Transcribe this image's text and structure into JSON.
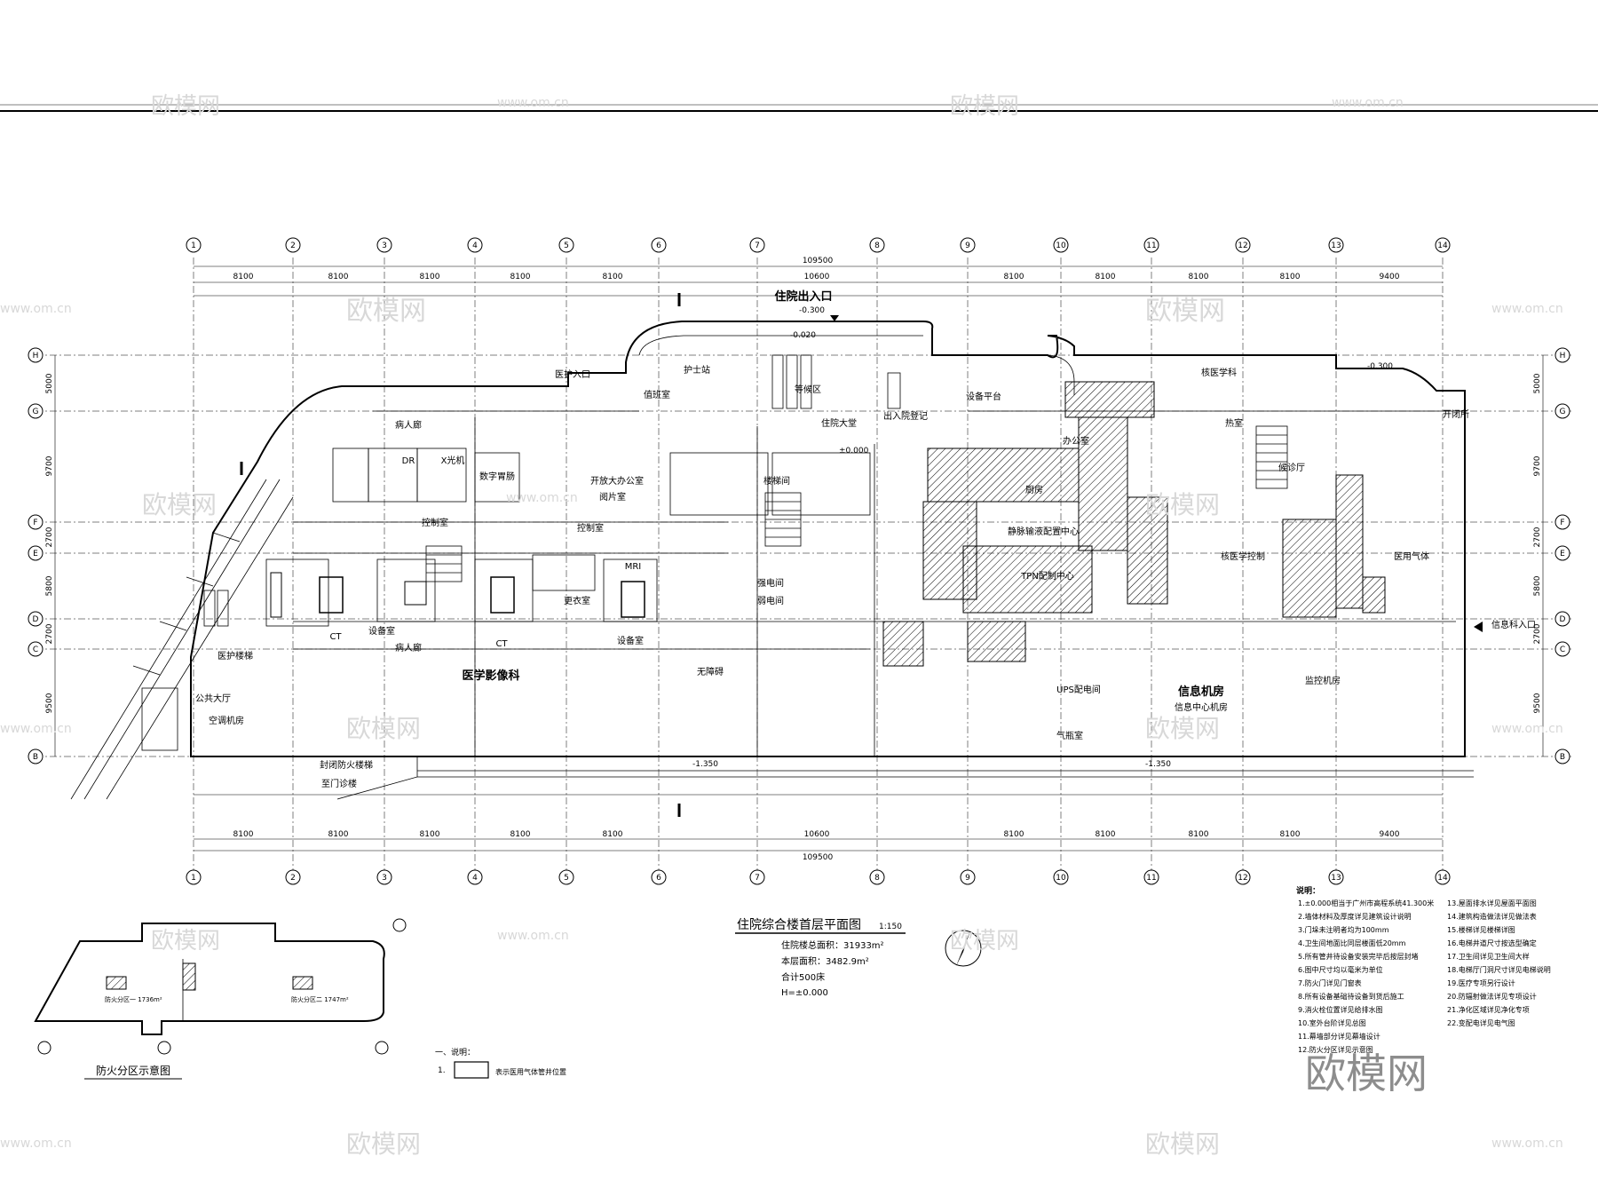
{
  "title_block": {
    "drawing_title": "住院综合楼首层平面图",
    "scale": "1:150",
    "total_area": "住院楼总面积：31933m²",
    "floor_area": "本层面积：3482.9m²",
    "beds": "合计500床",
    "elevation": "H=±0.000"
  },
  "entrances": {
    "inpatient_exit": "住院出入口",
    "medical_entrance": "医护入口",
    "nuclear_medicine": "核医学科",
    "info_entrance": "信息科入口"
  },
  "dimensions": {
    "total_width": "109500",
    "bays_top": [
      "8100",
      "8100",
      "8100",
      "8100",
      "8100",
      "10600",
      "8100",
      "8100",
      "8100",
      "8100",
      "9400"
    ],
    "bays_bottom": [
      "8100",
      "8100",
      "8100",
      "8100",
      "8100",
      "10600",
      "8100",
      "8100",
      "8100",
      "8100",
      "9400"
    ],
    "rows_left": [
      "5000",
      "9700",
      "2700",
      "5800",
      "2700",
      "9500"
    ],
    "rows_right": [
      "5000",
      "9700",
      "2700",
      "5800",
      "2700",
      "9500"
    ],
    "elevations": [
      "-0.300",
      "-0.020",
      "±0.000",
      "-1.350",
      "-0.300",
      "-1.350"
    ]
  },
  "grid_labels": {
    "columns": [
      "1",
      "2",
      "3",
      "4",
      "5",
      "6",
      "7",
      "8",
      "9",
      "10",
      "11",
      "12",
      "13",
      "14"
    ],
    "rows": [
      "H",
      "G",
      "F",
      "E",
      "D",
      "C",
      "B"
    ]
  },
  "rooms": {
    "ward_corridor_top": "病人廊",
    "ward_corridor_bottom": "病人廊",
    "dr": "DR",
    "xray": "X光机",
    "digital_gi": "数字胃肠",
    "mri": "MRI",
    "ct1": "CT",
    "ct2": "CT",
    "control1": "控制室",
    "control2": "控制室",
    "equipment1": "设备室",
    "equipment2": "设备室",
    "medical_imaging": "医学影像科",
    "open_office": "开放大办公室",
    "reading_room": "阅片室",
    "inpatient_hall": "住院大堂",
    "waiting": "等候区",
    "admission": "出入院登记",
    "outdoor_equip": "设备平台",
    "nursing_station": "护士站",
    "stair_core": "楼梯间",
    "duty_room": "值班室",
    "office": "办公室",
    "kitchen": "厨房",
    "tpn": "TPN配制中心",
    "pivas": "静脉输液配置中心",
    "ups": "UPS配电间",
    "info_room": "信息机房",
    "info_center": "信息中心机房",
    "monitor": "监控机房",
    "gas": "气瓶室",
    "public_hall": "公共大厅",
    "medical_waste": "医护楼梯",
    "fire_stair": "封闭防火楼梯",
    "sub_entrance": "至门诊楼",
    "emergency": "开闭所",
    "nuclear_waiting": "候诊厅",
    "medical_gas": "医用气体",
    "strong_elec": "强电间",
    "weak_elec": "弱电间",
    "air_handler": "空调机房",
    "accessible": "无障碍",
    "changing": "更衣室",
    "hot_lab": "热室",
    "nuclear_control": "核医学控制"
  },
  "notes": {
    "header": "说明：",
    "left_items": [
      "1.±0.000相当于广州市高程系统41.300米",
      "2.墙体材料及厚度详见建筑设计说明",
      "3.门垛未注明者均为100mm",
      "4.卫生间地面比同层楼面低20mm",
      "5.所有管井待设备安装完毕后按层封堵",
      "6.图中尺寸均以毫米为单位",
      "7.防火门详见门窗表",
      "8.所有设备基础待设备到货后施工",
      "9.消火栓位置详见给排水图",
      "10.室外台阶详见总图",
      "11.幕墙部分详见幕墙设计",
      "12.防火分区详见示意图"
    ],
    "right_items": [
      "13.屋面排水详见屋面平面图",
      "14.建筑构造做法详见做法表",
      "15.楼梯详见楼梯详图",
      "16.电梯井道尺寸按选型确定",
      "17.卫生间详见卫生间大样",
      "18.电梯厅门洞尺寸详见电梯说明",
      "19.医疗专项另行设计",
      "20.防辐射做法详见专项设计",
      "21.净化区域详见净化专项",
      "22.变配电详见电气图"
    ],
    "legend_header": "一、说明：",
    "legend_item": "1.",
    "legend_text": "表示医用气体管井位置"
  },
  "fire_zone_diagram": {
    "caption": "防火分区示意图",
    "zone1": "防火分区一  1736m²",
    "zone2": "防火分区二  1747m²"
  },
  "watermarks": {
    "brand": "欧模网",
    "url": "www.om.cn"
  },
  "colors": {
    "line": "#000000",
    "watermark": "#d8d8d8",
    "background": "#ffffff"
  }
}
